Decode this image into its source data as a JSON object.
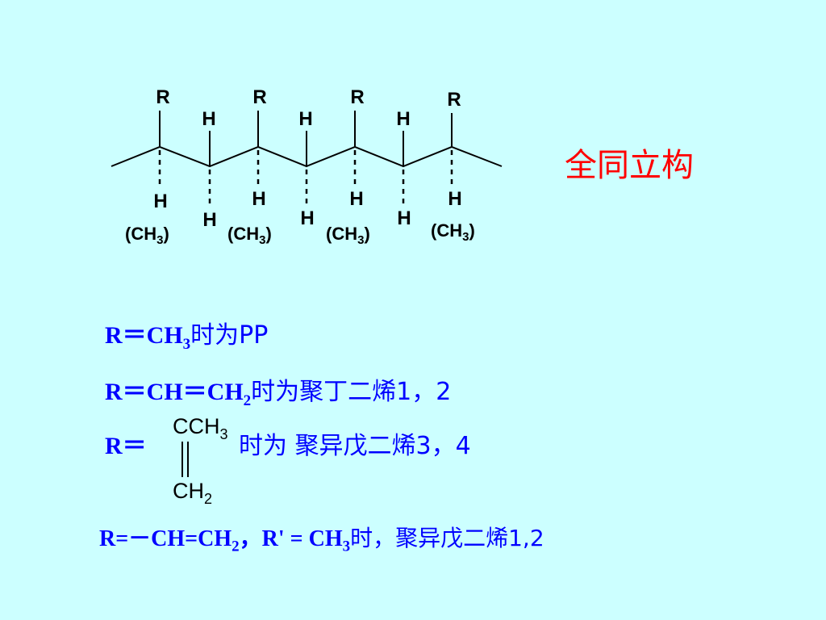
{
  "diagram": {
    "r_label": "R",
    "h_label": "H",
    "ch3_label": "(CH3)",
    "title": "全同立构"
  },
  "lines": {
    "l1": {
      "a": "R＝CH",
      "sub": "3",
      "b": "时为PP"
    },
    "l2": {
      "a": "R＝CH＝CH",
      "sub": "2",
      "b": "时为聚丁二烯1，2"
    },
    "l3": {
      "a": "R＝",
      "b": "时为 聚异戊二烯3，4"
    },
    "l4": {
      "a": "R=－CH=CH",
      "sub1": "2",
      "b": "，R' = CH",
      "sub2": "3",
      "c": "时，聚异戊二烯1,2"
    }
  },
  "substituent": {
    "top": "CCH",
    "top_sub": "3",
    "bottom": "CH",
    "bottom_sub": "2"
  },
  "colors": {
    "background": "#ccffff",
    "text_blue": "#0000ff",
    "title_red": "#ff0000"
  }
}
